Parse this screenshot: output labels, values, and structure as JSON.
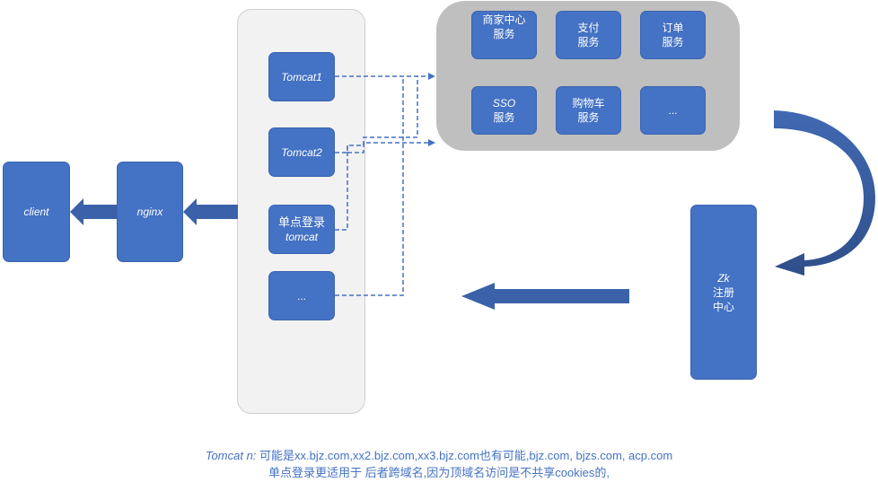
{
  "client": {
    "label": "client"
  },
  "nginx": {
    "label": "nginx"
  },
  "tomcats": [
    {
      "line1": "Tomcat1"
    },
    {
      "line1": "Tomcat2"
    },
    {
      "line1": "单点登录",
      "line2": "tomcat"
    },
    {
      "line1": "..."
    }
  ],
  "services": [
    {
      "line1": "商家中心",
      "line2": "服务"
    },
    {
      "line1": "支付",
      "line2": "服务"
    },
    {
      "line1": "订单",
      "line2": "服务"
    },
    {
      "line1": "SSO",
      "line2": "服务"
    },
    {
      "line1": "购物车",
      "line2": "服务"
    },
    {
      "line1": "..."
    }
  ],
  "registry": {
    "line1": "Zk",
    "line2": "注册",
    "line3": "中心"
  },
  "caption": {
    "line1_prefix": "Tomcat n: ",
    "line1_rest": "可能是xx.bjz.com,xx2.bjz.com,xx3.bjz.com也有可能,bjz.com, bjzs.com, acp.com",
    "line2": "单点登录更适用于 后者跨域名,因为顶域名访问是不共享cookies的,"
  },
  "colors": {
    "box": "#4472c4",
    "arrow": "#3b62a8",
    "caption": "#4472c4"
  }
}
